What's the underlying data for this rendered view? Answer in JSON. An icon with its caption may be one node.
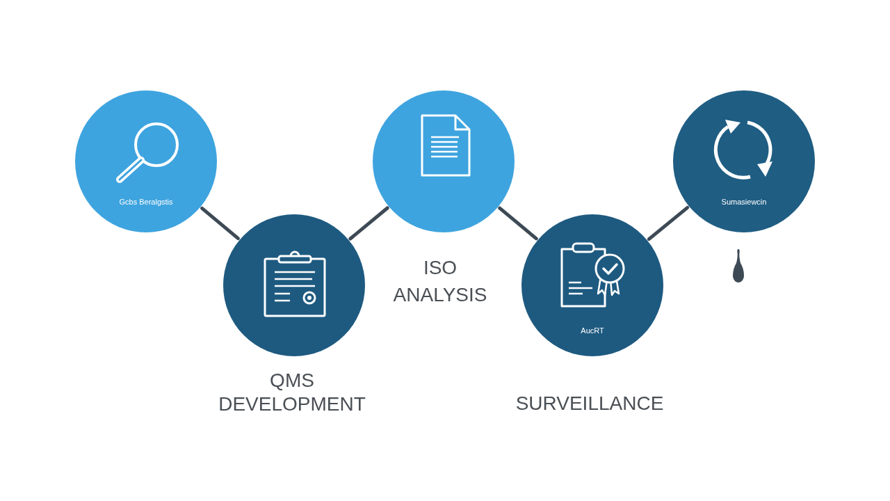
{
  "diagram": {
    "nodes": [
      {
        "text": [
          "Gcbs Beralgstis"
        ]
      },
      {
        "text": [
          "QMS DEVELOPMENT"
        ]
      },
      {
        "text": [
          "ISO ANALYSIS"
        ]
      },
      {
        "text": [
          "AucRT",
          "SURVEILLANCE"
        ]
      },
      {
        "text": [
          "Sumasiewcin"
        ]
      }
    ],
    "edges": [
      {
        "from": 0,
        "to": 1,
        "arrow": "none"
      },
      {
        "from": 1,
        "to": 2,
        "arrow": "none"
      },
      {
        "from": 2,
        "to": 3,
        "arrow": "none"
      },
      {
        "from": 3,
        "to": 4,
        "arrow": "none"
      }
    ]
  }
}
